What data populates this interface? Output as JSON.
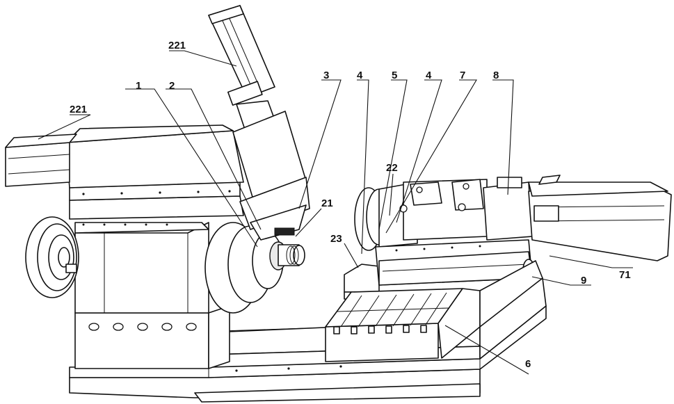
{
  "labels": {
    "l221a": "221",
    "l221b": "221",
    "l1": "1",
    "l2": "2",
    "l3": "3",
    "l4a": "4",
    "l5": "5",
    "l4b": "4",
    "l7": "7",
    "l8": "8",
    "l22": "22",
    "l21": "21",
    "l23": "23",
    "l71": "71",
    "l9": "9",
    "l6": "6"
  }
}
